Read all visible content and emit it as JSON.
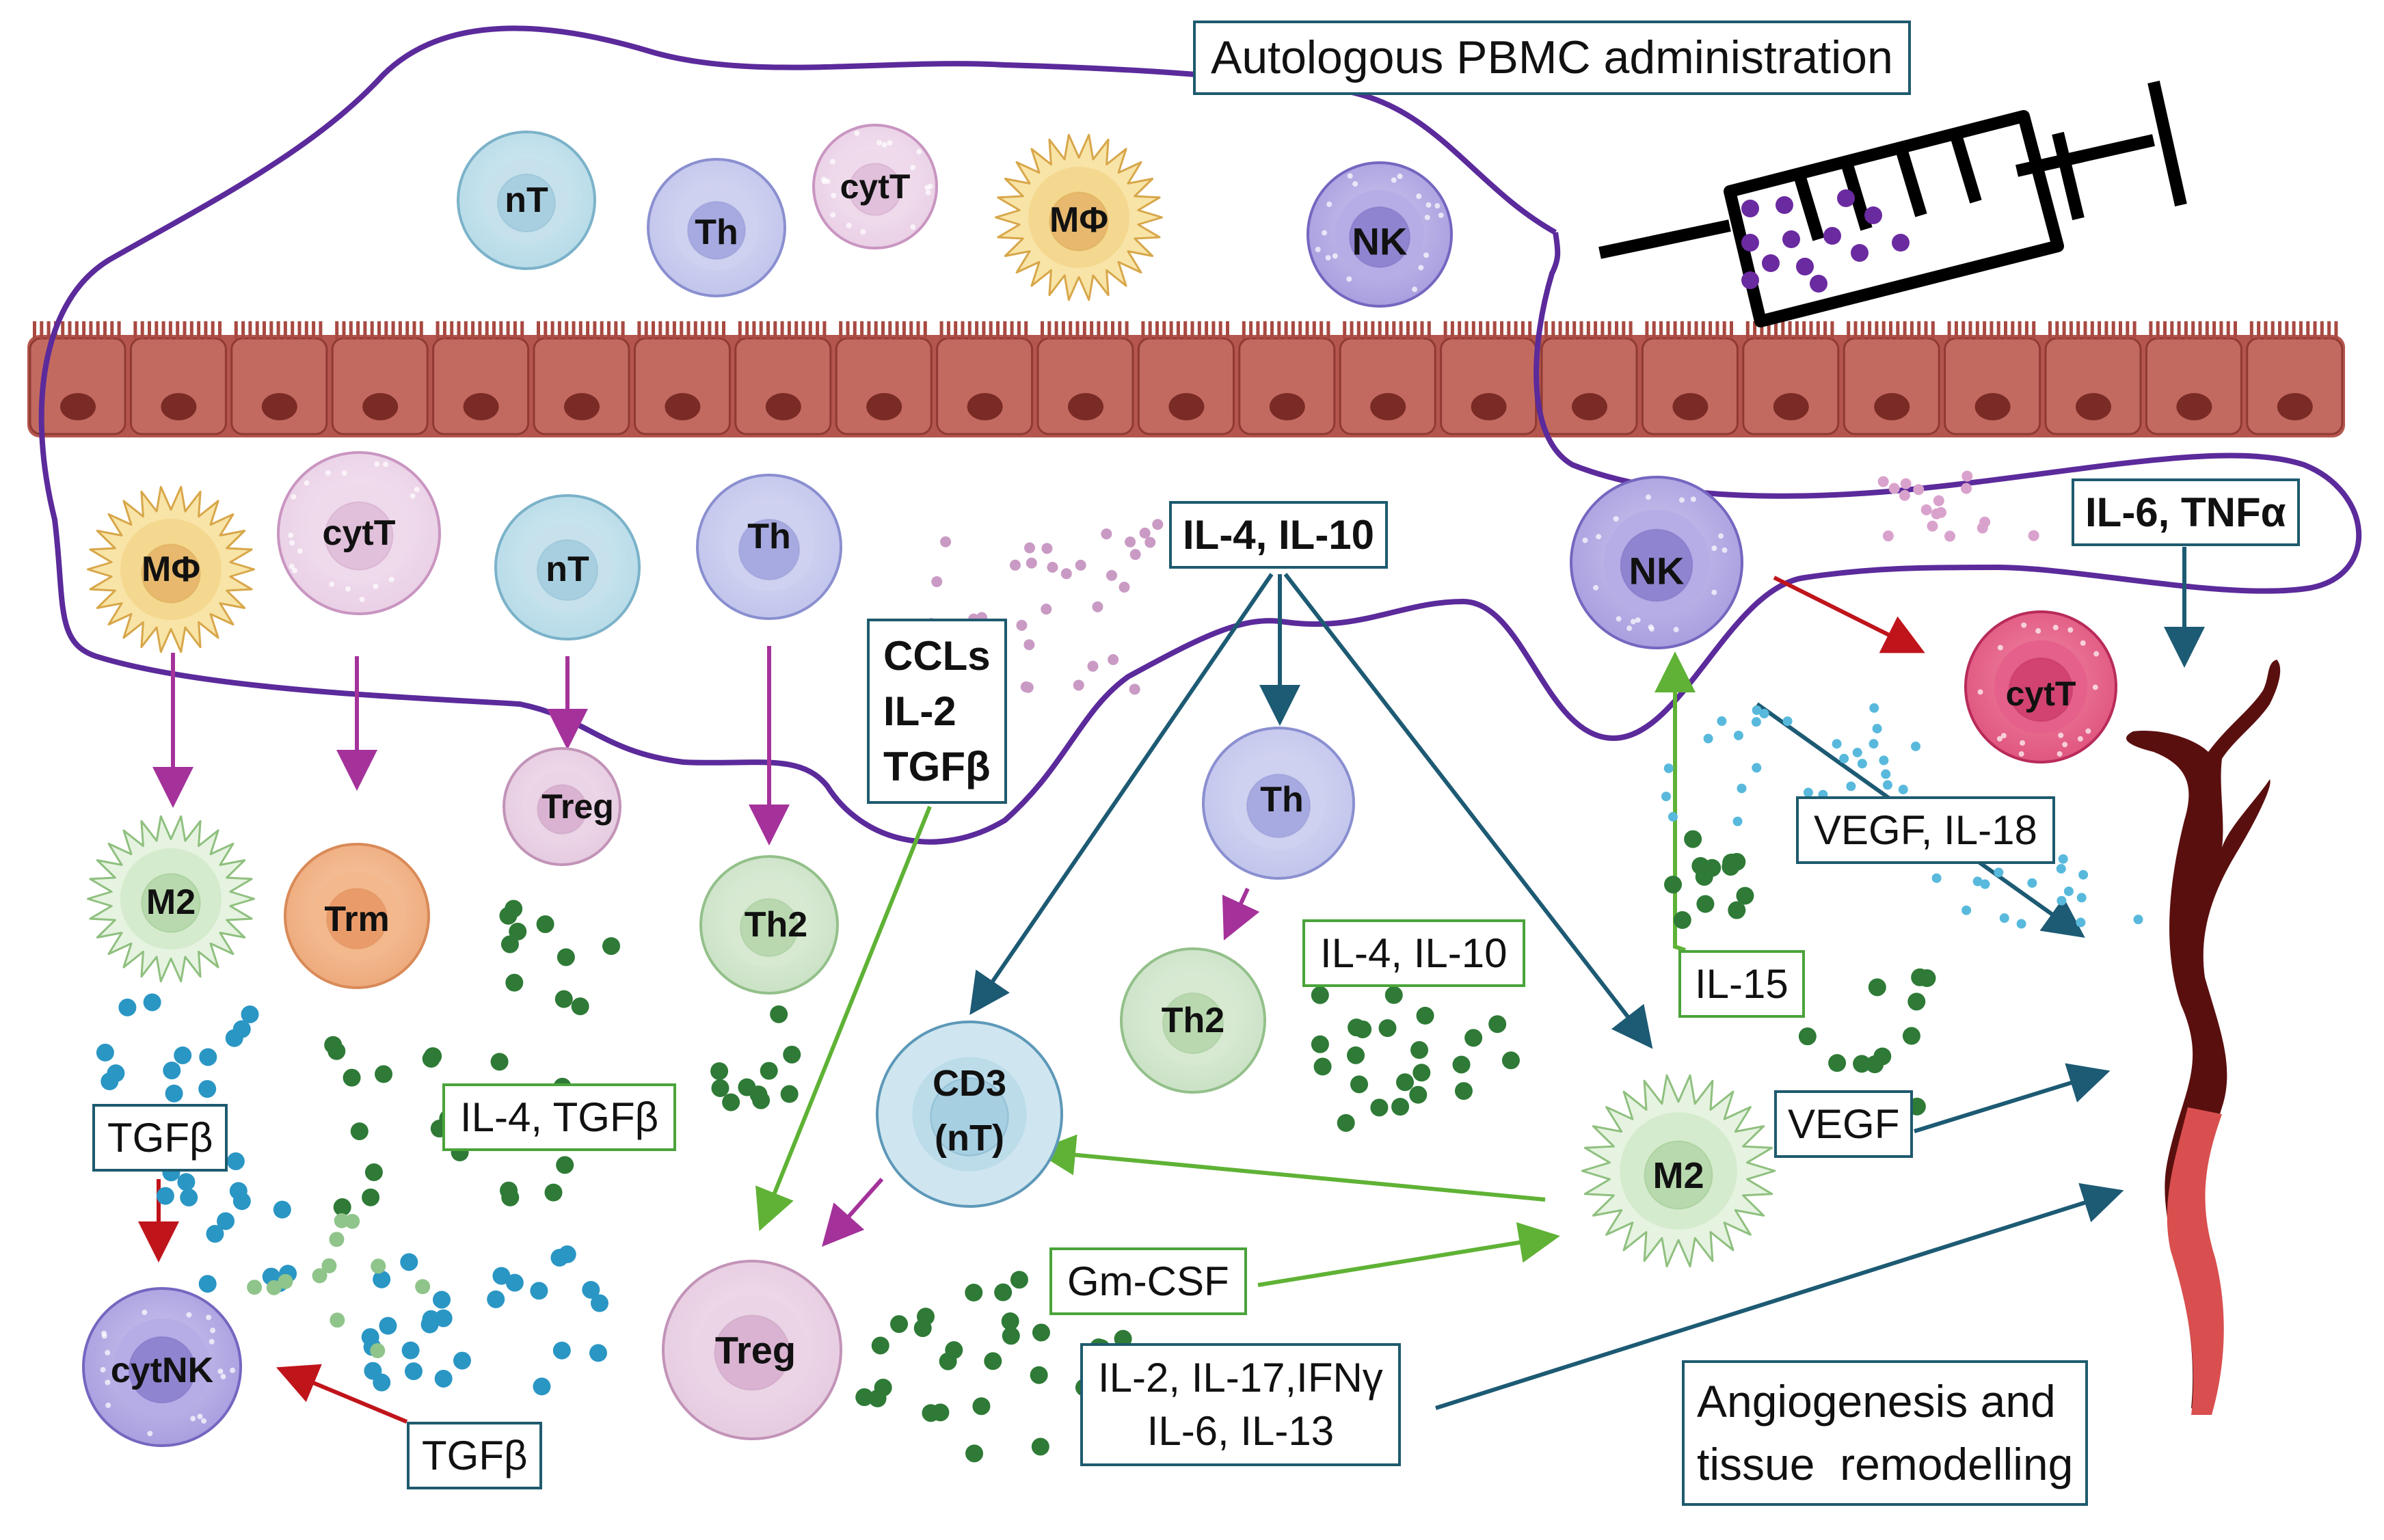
{
  "title": "Autologous PBMC administration",
  "upper_cells": [
    {
      "label": "nT"
    },
    {
      "label": "Th"
    },
    {
      "label": "cytT"
    },
    {
      "label": "MΦ"
    },
    {
      "label": "NK"
    }
  ],
  "lower_cells": [
    {
      "label": "MΦ"
    },
    {
      "label": "cytT"
    },
    {
      "label": "nT"
    },
    {
      "label": "Th"
    },
    {
      "label": "NK"
    }
  ],
  "derived_cells": [
    {
      "label": "M2"
    },
    {
      "label": "Trm"
    },
    {
      "label": "Treg"
    },
    {
      "label": "Th2"
    },
    {
      "label": "Th"
    },
    {
      "label": "cytT"
    },
    {
      "label": "Th2"
    },
    {
      "label": "CD3"
    },
    {
      "label": "(nT)"
    },
    {
      "label": "M2"
    },
    {
      "label": "Treg"
    },
    {
      "label": "cytNK"
    }
  ],
  "labels": {
    "il4_il10_bold": "IL-4, IL-10",
    "il6_tnfa": "IL-6, TNFα",
    "ccls": [
      "CCLs",
      "IL-2",
      "TGFβ"
    ],
    "vegf_il18": "VEGF, IL-18",
    "il4_il10_green": "IL-4, IL-10",
    "il15": "IL-15",
    "tgfb_left": "TGFβ",
    "il4_tgfb": "IL-4, TGFβ",
    "vegf": "VEGF",
    "gmcsf": "Gm-CSF",
    "il2_group": [
      "IL-2, IL-17,IFNγ",
      "IL-6, IL-13"
    ],
    "tgfb_bottom": "TGFβ",
    "angiogenesis": [
      "Angiogenesis and",
      "tissue  remodelling"
    ]
  },
  "colors": {
    "boundary": "#5b2a9b",
    "differentiation_arrow": "#a4329a",
    "secretion_arrow": "#1d5a73",
    "stimulation_arrow": "#5fb235",
    "inhibition_arrow": "#c0141b",
    "epithelium": "#b5564e",
    "label_border_blue": "#1e5a6e",
    "label_border_green": "#4aa33a"
  },
  "icons": [
    "syringe-icon",
    "blood-vessel-icon",
    "epithelium-layer"
  ]
}
